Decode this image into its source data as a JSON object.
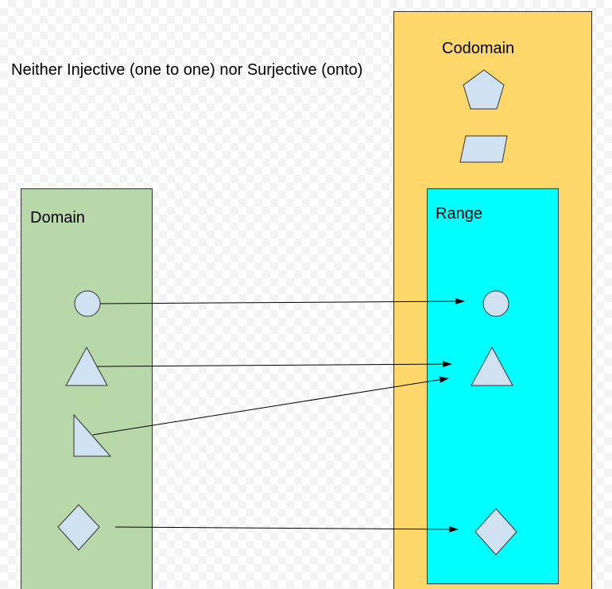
{
  "diagram": {
    "title": "Neither Injective (one to one) nor Surjective (onto)",
    "codomain_label": "Codomain",
    "range_label": "Range",
    "domain_label": "Domain",
    "colors": {
      "codomain_fill": "#fdd76a",
      "range_fill": "#00ffff",
      "domain_fill": "#b8d8aa",
      "shape_fill": "#d0e1f2",
      "stroke": "#333333"
    },
    "domain_shapes": [
      "circle",
      "triangle",
      "right-triangle",
      "diamond"
    ],
    "range_shapes": [
      "circle",
      "triangle",
      "diamond"
    ],
    "codomain_only_shapes": [
      "pentagon",
      "parallelogram"
    ],
    "mappings": [
      {
        "from": "circle",
        "to": "circle"
      },
      {
        "from": "triangle",
        "to": "triangle"
      },
      {
        "from": "right-triangle",
        "to": "triangle"
      },
      {
        "from": "diamond",
        "to": "diamond"
      }
    ]
  }
}
